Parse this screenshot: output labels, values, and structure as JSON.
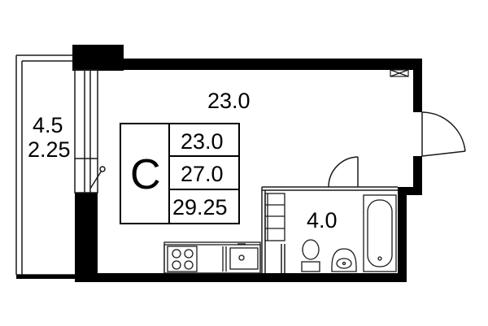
{
  "rooms": {
    "main_area": "23.0",
    "balcony_area": "4.5",
    "balcony_area_reduced": "2.25",
    "bathroom_area": "4.0"
  },
  "legend": {
    "class_letter": "C",
    "living_area": "23.0",
    "total_area": "27.0",
    "total_area_with_balcony": "29.25"
  },
  "colors": {
    "wall": "#000000",
    "line": "#1a1a1a",
    "background": "#ffffff"
  }
}
